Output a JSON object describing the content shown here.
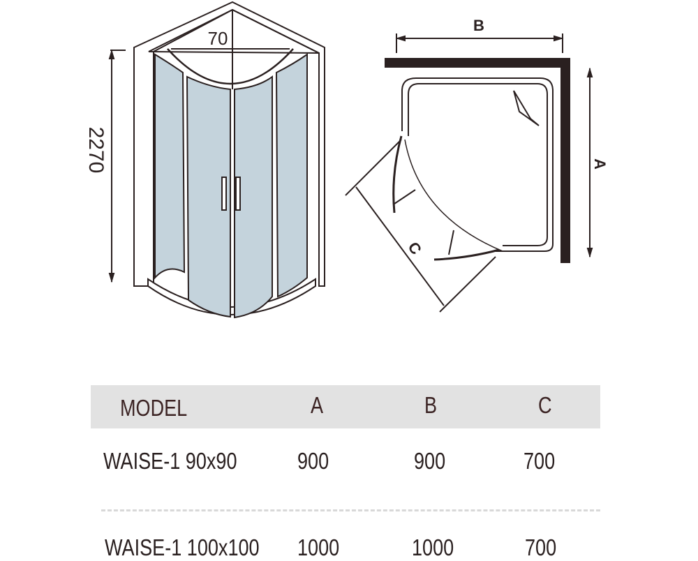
{
  "front_view": {
    "height_label": "2270",
    "depth_label": "70"
  },
  "plan_view": {
    "width_label": "B",
    "depth_label": "A",
    "door_label": "C"
  },
  "spec_table": {
    "headers": [
      "MODEL",
      "A",
      "B",
      "C"
    ],
    "rows": [
      {
        "model": "WAISE-1 90x90",
        "a": "900",
        "b": "900",
        "c": "700"
      },
      {
        "model": "WAISE-1 100x100",
        "a": "1000",
        "b": "1000",
        "c": "700"
      }
    ]
  },
  "colors": {
    "glass": "#c4d3dc",
    "line": "#2a2020",
    "header_bg": "#e2e2e2"
  }
}
